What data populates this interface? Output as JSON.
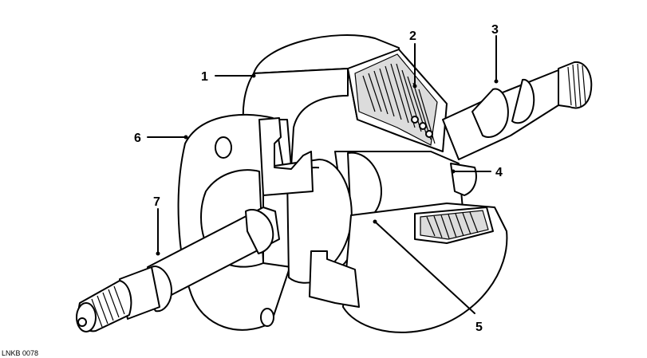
{
  "figure": {
    "code": "LNKB 0078"
  },
  "callouts": [
    {
      "id": "1",
      "label": "1"
    },
    {
      "id": "2",
      "label": "2"
    },
    {
      "id": "3",
      "label": "3"
    },
    {
      "id": "4",
      "label": "4"
    },
    {
      "id": "5",
      "label": "5"
    },
    {
      "id": "6",
      "label": "6"
    },
    {
      "id": "7",
      "label": "7"
    }
  ]
}
